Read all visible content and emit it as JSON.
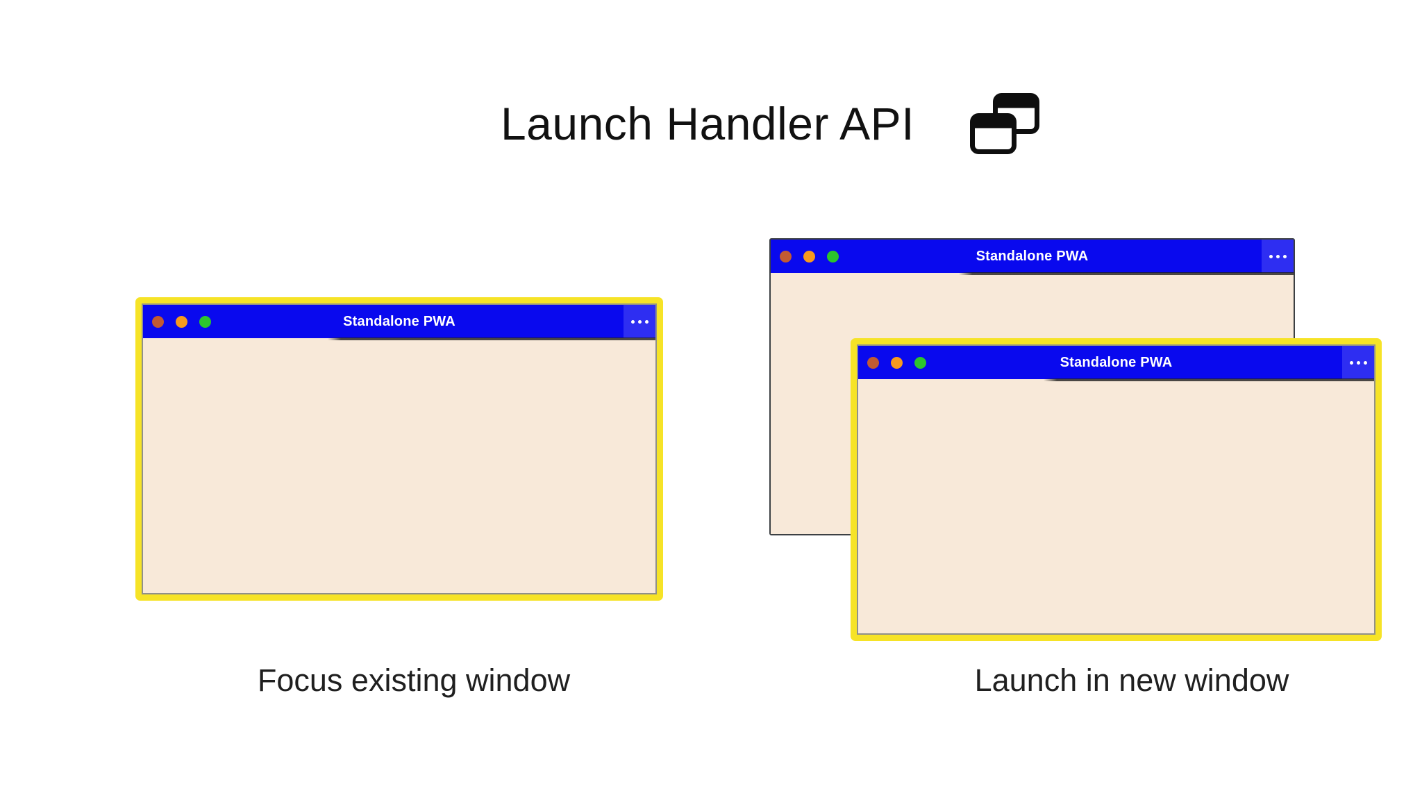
{
  "header": {
    "title": "Launch Handler API",
    "icon": "overlapping-windows-icon"
  },
  "windows": {
    "focused": {
      "title": "Standalone PWA",
      "border_style": "highlight-yellow"
    },
    "existing": {
      "title": "Standalone PWA",
      "border_style": "plain-gray"
    },
    "new": {
      "title": "Standalone PWA",
      "border_style": "highlight-yellow"
    }
  },
  "window_chrome": {
    "controls": [
      "close",
      "minimize",
      "zoom"
    ],
    "menu_icon": "ellipsis-icon"
  },
  "captions": {
    "left": "Focus existing window",
    "right": "Launch in new window"
  },
  "colors": {
    "titlebar_blue": "#0909EE",
    "menu_section_blue": "#2E2EF2",
    "window_body_cream": "#F8E9D9",
    "highlight_border_yellow": "#F6E327",
    "plain_border_gray": "#3C4043",
    "control_red": "#C25B33",
    "control_orange": "#F79A1E",
    "control_green": "#2CC52C",
    "text_dark": "#1F1F1F",
    "background": "#FFFFFF"
  }
}
